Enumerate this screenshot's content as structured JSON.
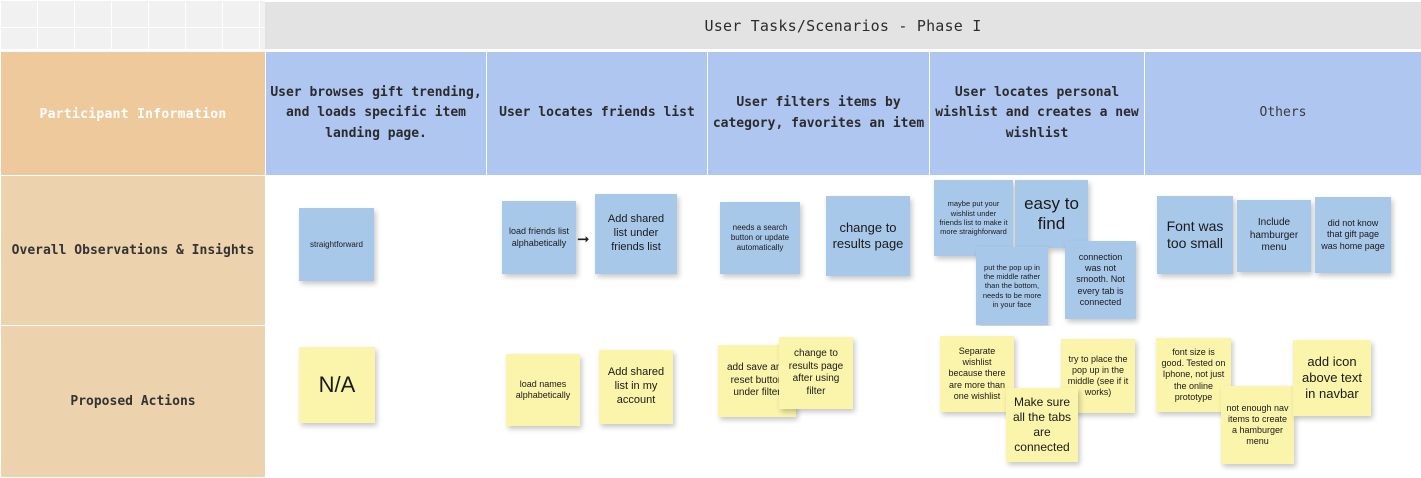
{
  "header": {
    "title": "User Tasks/Scenarios - Phase I"
  },
  "columns": {
    "participant_info": "Participant Information",
    "task1": "User browses gift trending, and loads specific item landing page.",
    "task2": "User locates friends list",
    "task3": "User filters items by category, favorites an item",
    "task4": "User locates personal wishlist and creates a new wishlist",
    "others": "Others"
  },
  "rows": {
    "observations": "Overall Observations & Insights",
    "actions": "Proposed Actions"
  },
  "notes": {
    "obs_task1": [
      {
        "text": "straightforward",
        "color": "blue"
      }
    ],
    "obs_task2": [
      {
        "text": "load friends list alphabetically",
        "color": "blue"
      },
      {
        "text": "Add shared list under friends list",
        "color": "blue"
      }
    ],
    "obs_task3": [
      {
        "text": "needs a search button or update automatically",
        "color": "blue"
      },
      {
        "text": "change to results page",
        "color": "blue"
      }
    ],
    "obs_task4": [
      {
        "text": "maybe put your wishlist under friends list to make it more straighforward",
        "color": "blue"
      },
      {
        "text": "easy to find",
        "color": "blue"
      },
      {
        "text": "put the pop up in the middle rather than the bottom, needs to be more in your face",
        "color": "blue"
      },
      {
        "text": "connection was not smooth. Not every tab is connected",
        "color": "blue"
      }
    ],
    "obs_others": [
      {
        "text": "Font was too small",
        "color": "blue"
      },
      {
        "text": "Include hamburger menu",
        "color": "blue"
      },
      {
        "text": "did not know that gift page was home page",
        "color": "blue"
      }
    ],
    "act_task1": [
      {
        "text": "N/A",
        "color": "yellow"
      }
    ],
    "act_task2": [
      {
        "text": "load names alphabetically",
        "color": "yellow"
      },
      {
        "text": "Add shared list in my account",
        "color": "yellow"
      }
    ],
    "act_task3": [
      {
        "text": "add save and reset button under filter",
        "color": "yellow"
      },
      {
        "text": "change to results page after using filter",
        "color": "yellow"
      }
    ],
    "act_task4": [
      {
        "text": "Separate wishlist because there are more than one wishlist",
        "color": "yellow"
      },
      {
        "text": "try to place the pop up in the middle (see if it works)",
        "color": "yellow"
      },
      {
        "text": "Make sure all the tabs are connected",
        "color": "yellow"
      }
    ],
    "act_others": [
      {
        "text": "font size is good. Tested on Iphone, not just the online prototype",
        "color": "yellow"
      },
      {
        "text": "not enough nav items to create a hamburger menu",
        "color": "yellow"
      },
      {
        "text": "add icon above text in navbar",
        "color": "yellow"
      }
    ]
  },
  "icons": {
    "connector_arrow": "arrow-right-icon"
  },
  "colors": {
    "header_tan": "#eec99b",
    "row_tan": "#ecd2ad",
    "task_blue": "#afc6f0",
    "note_blue": "#a8c8ea",
    "note_yellow": "#fbf4ab",
    "title_band": "#e3e3e3"
  }
}
